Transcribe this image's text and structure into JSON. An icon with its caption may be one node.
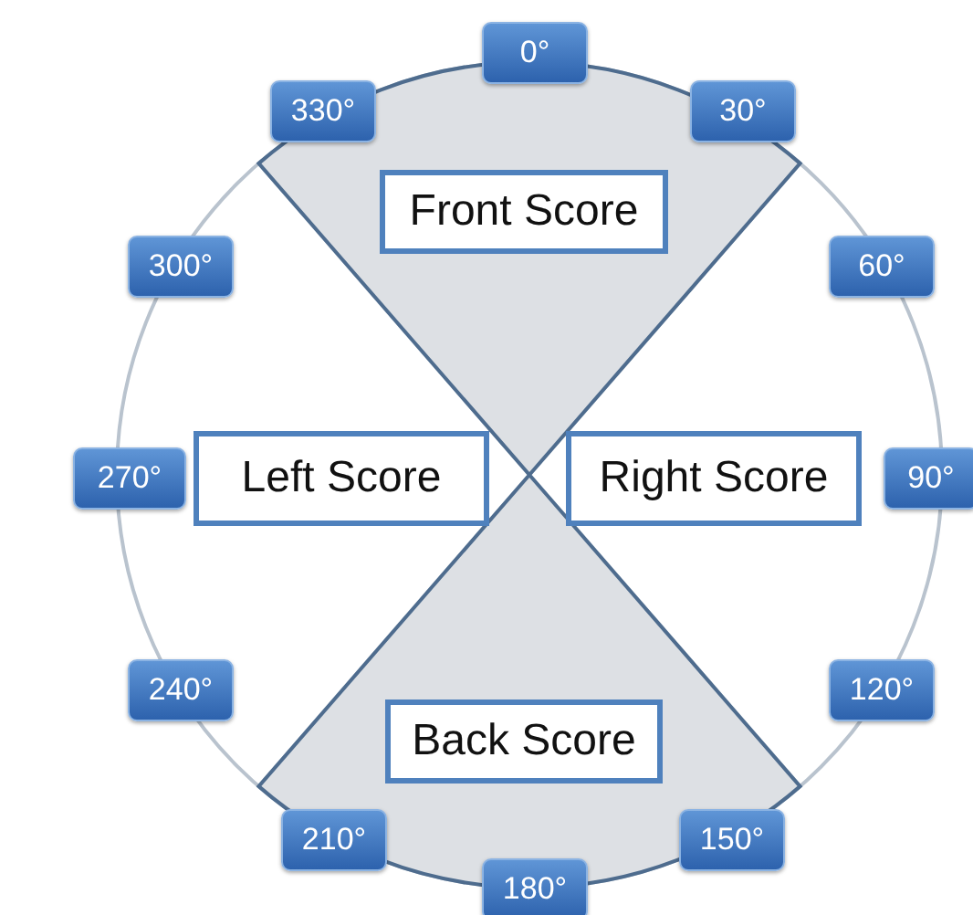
{
  "diagram": {
    "nodes": [
      {
        "text": [
          "0°"
        ]
      },
      {
        "text": [
          "330°"
        ]
      },
      {
        "text": [
          "30°"
        ]
      },
      {
        "text": [
          "Front Score"
        ]
      },
      {
        "text": [
          "300°"
        ]
      },
      {
        "text": [
          "60°"
        ]
      },
      {
        "text": [
          "270°"
        ]
      },
      {
        "text": [
          "Left Score"
        ]
      },
      {
        "text": [
          "Right Score"
        ]
      },
      {
        "text": [
          "90°"
        ]
      },
      {
        "text": [
          "240°"
        ]
      },
      {
        "text": [
          "120°"
        ]
      },
      {
        "text": [
          "Back Score"
        ]
      },
      {
        "text": [
          "210°"
        ]
      },
      {
        "text": [
          "150°"
        ]
      },
      {
        "text": [
          "180°"
        ]
      }
    ]
  }
}
